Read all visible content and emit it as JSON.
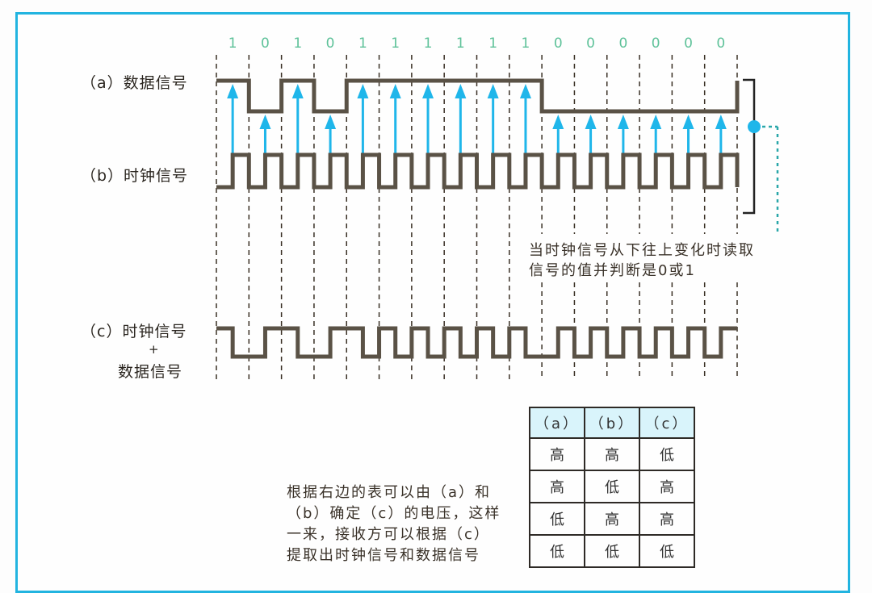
{
  "diagram": {
    "title_labels": {
      "a": "（a）数据信号",
      "b": "（b）时钟信号",
      "c_line1": "（c）时钟信号",
      "c_plus": "+",
      "c_line2": "数据信号"
    },
    "bits": [
      "1",
      "0",
      "1",
      "0",
      "1",
      "1",
      "1",
      "1",
      "1",
      "1",
      "0",
      "0",
      "0",
      "0",
      "0",
      "0"
    ],
    "note_read": {
      "line1": "当时钟信号从下往上变化时读取",
      "line2": "信号的值并判断是0或1"
    },
    "note_table": {
      "line1": "根据右边的表可以由（a）和",
      "line2": "（b）确定（c）的电压，这样",
      "line3": "一来，接收方可以根据（c）",
      "line4": "提取出时钟信号和数据信号"
    },
    "table": {
      "headers": [
        "（a）",
        "（b）",
        "（c）"
      ],
      "rows": [
        [
          "高",
          "高",
          "低"
        ],
        [
          "高",
          "低",
          "高"
        ],
        [
          "低",
          "高",
          "高"
        ],
        [
          "低",
          "低",
          "低"
        ]
      ]
    },
    "colors": {
      "frame": "#22b4e0",
      "signal": "#5a5246",
      "arrow": "#1fb6ea",
      "bit_text": "#5fc29a",
      "table_header_bg": "#d9f4fb"
    }
  }
}
